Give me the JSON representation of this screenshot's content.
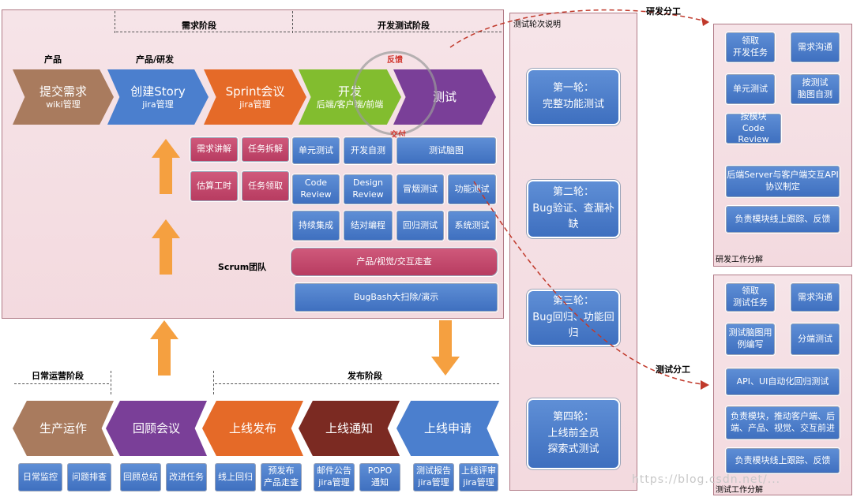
{
  "phases": {
    "requirements": "需求阶段",
    "dev_test": "开发测试阶段",
    "daily_ops": "日常运营阶段",
    "release": "发布阶段"
  },
  "roles": {
    "product": "产品",
    "product_dev": "产品/研发",
    "scrum_team": "Scrum团队"
  },
  "top_flow": [
    {
      "title": "提交需求",
      "sub": "wiki管理",
      "color": "#a97b5e"
    },
    {
      "title": "创建Story",
      "sub": "jira管理",
      "color": "#4b7fce"
    },
    {
      "title": "Sprint会议",
      "sub": "jira管理",
      "color": "#e56a28"
    },
    {
      "title": "开发",
      "sub": "后端/客户端/前端",
      "color": "#82bd2f"
    },
    {
      "title": "测试",
      "sub": "",
      "color": "#7a3f98"
    }
  ],
  "cycle": {
    "feedback": "反馈",
    "deliver": "交付"
  },
  "pink_boxes": [
    "需求讲解",
    "任务拆解",
    "估算工时",
    "任务领取"
  ],
  "blue_grid": [
    "单元测试",
    "开发自测",
    "测试脑图",
    "Code\nReview",
    "Design\nReview",
    "冒烟测试",
    "功能测试",
    "持续集成",
    "结对编程",
    "回归测试",
    "系统测试"
  ],
  "wide_boxes": {
    "walkthrough": "产品/视觉/交互走查",
    "bugbash": "BugBash大扫除/演示"
  },
  "bottom_flow": [
    {
      "title": "生产运作",
      "color": "#a97b5e"
    },
    {
      "title": "回顾会议",
      "color": "#7a3f98"
    },
    {
      "title": "上线发布",
      "color": "#e56a28"
    },
    {
      "title": "上线通知",
      "color": "#7b2a22"
    },
    {
      "title": "上线申请",
      "color": "#4b7fce"
    }
  ],
  "bottom_boxes": [
    "日常监控",
    "问题排查",
    "回顾总结",
    "改进任务",
    "线上回归",
    "预发布\n产品走查",
    "邮件公告\njira管理",
    "POPO\n通知",
    "测试报告\njira管理",
    "上线评审\njira管理"
  ],
  "test_rounds": {
    "heading": "测试轮次说明",
    "rounds": [
      "第一轮：\n完整功能测试",
      "第二轮：\nBug验证、查漏补缺",
      "第三轮：\nBug回归、功能回归",
      "第四轮：\n上线前全员\n探索式测试"
    ]
  },
  "dev_division": {
    "heading": "研发分工",
    "footer": "研发工作分解",
    "items": [
      "领取\n开发任务",
      "需求沟通",
      "单元测试",
      "按测试\n脑图自测",
      "按模块\nCode Review",
      "后端Server与客户端交互API\n协议制定",
      "负责模块线上跟踪、反馈"
    ]
  },
  "test_division": {
    "heading": "测试分工",
    "footer": "测试工作分解",
    "items": [
      "领取\n测试任务",
      "需求沟通",
      "测试脑图用\n例编写",
      "分端测试",
      "API、UI自动化回归测试",
      "负责模块，推动客户端、后\n端、产品、视觉、交互前进",
      "负责模块线上跟踪、反馈"
    ]
  },
  "watermark": "https://blog.csdn.net/..."
}
